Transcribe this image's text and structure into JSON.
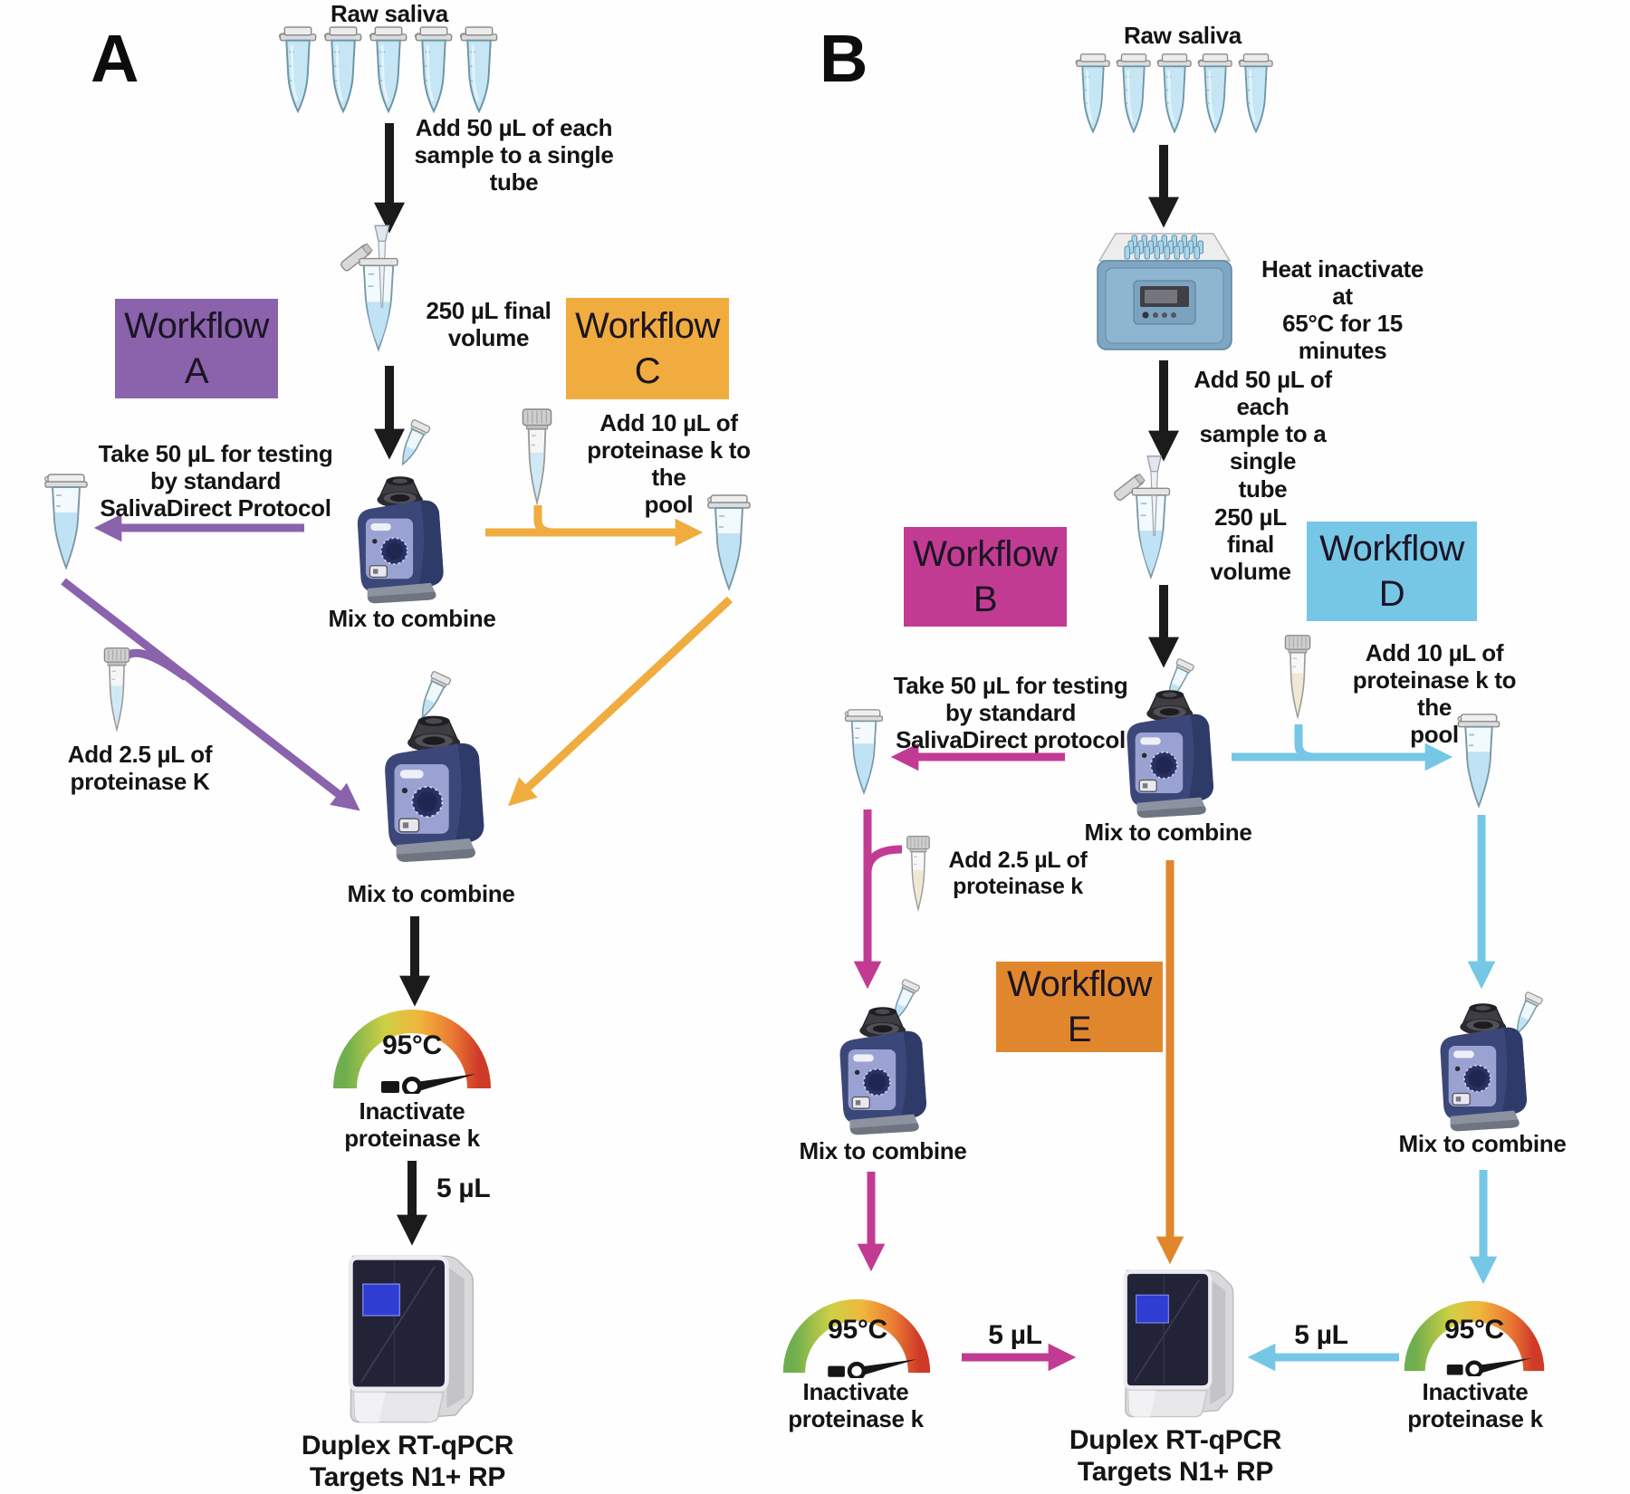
{
  "figure": {
    "type": "laboratory pooled-testing workflow diagram"
  },
  "colors": {
    "workflow_a": "#8a63ac",
    "workflow_b": "#c23b93",
    "workflow_c": "#f0ac3e",
    "workflow_d": "#76c7e6",
    "workflow_e": "#e0872e",
    "black_arrow": "#1b1b1b"
  },
  "panel_a": {
    "label": "A",
    "raw_saliva_title": "Raw saliva",
    "add_each_note": "Add 50 µL of each\nsample to a single\ntube",
    "final_volume_note": "250 µL final\nvolume",
    "workflow_a_box": {
      "word": "Workflow",
      "letter": "A"
    },
    "workflow_c_box": {
      "word": "Workflow",
      "letter": "C"
    },
    "take_50_note": "Take 50 µL for testing\nby standard\nSalivaDirect Protocol",
    "add_10_note": "Add 10 µL of\nproteinase k to the\npool",
    "add_2_5_note": "Add  2.5 µL of\nproteinase K",
    "mix_label_1": "Mix to combine",
    "mix_label_2": "Mix to combine",
    "temp": "95°C",
    "inactivate_note": "Inactivate\nproteinase k",
    "transfer_volume": "5 µL",
    "pcr_label": "Duplex RT-qPCR\nTargets N1+ RP"
  },
  "panel_b": {
    "label": "B",
    "raw_saliva_title": "Raw saliva",
    "heat_inactivate_note": "Heat inactivate at\n65°C for 15\nminutes",
    "add_each_note": "Add 50 µL of each\nsample to a single\ntube",
    "final_volume_note": "250 µL\nfinal\nvolume",
    "workflow_b_box": {
      "word": "Workflow",
      "letter": "B"
    },
    "workflow_d_box": {
      "word": "Workflow",
      "letter": "D"
    },
    "workflow_e_box": {
      "word": "Workflow",
      "letter": "E"
    },
    "take_50_note": "Take 50 µL for testing\nby standard\nSalivaDirect protocol",
    "add_10_note": "Add 10 µL of\nproteinase k to the\npool",
    "add_2_5_note": "Add  2.5 µL of\nproteinase k",
    "mix_label_1": "Mix to combine",
    "mix_label_2": "Mix to combine",
    "mix_label_3": "Mix to combine",
    "temp_left": "95°C",
    "temp_right": "95°C",
    "inactivate_note_left": "Inactivate\nproteinase k",
    "inactivate_note_right": "Inactivate\nproteinase k",
    "transfer_volume_left": "5 µL",
    "transfer_volume_right": "5 µL",
    "pcr_label": "Duplex RT-qPCR\nTargets N1+ RP"
  }
}
